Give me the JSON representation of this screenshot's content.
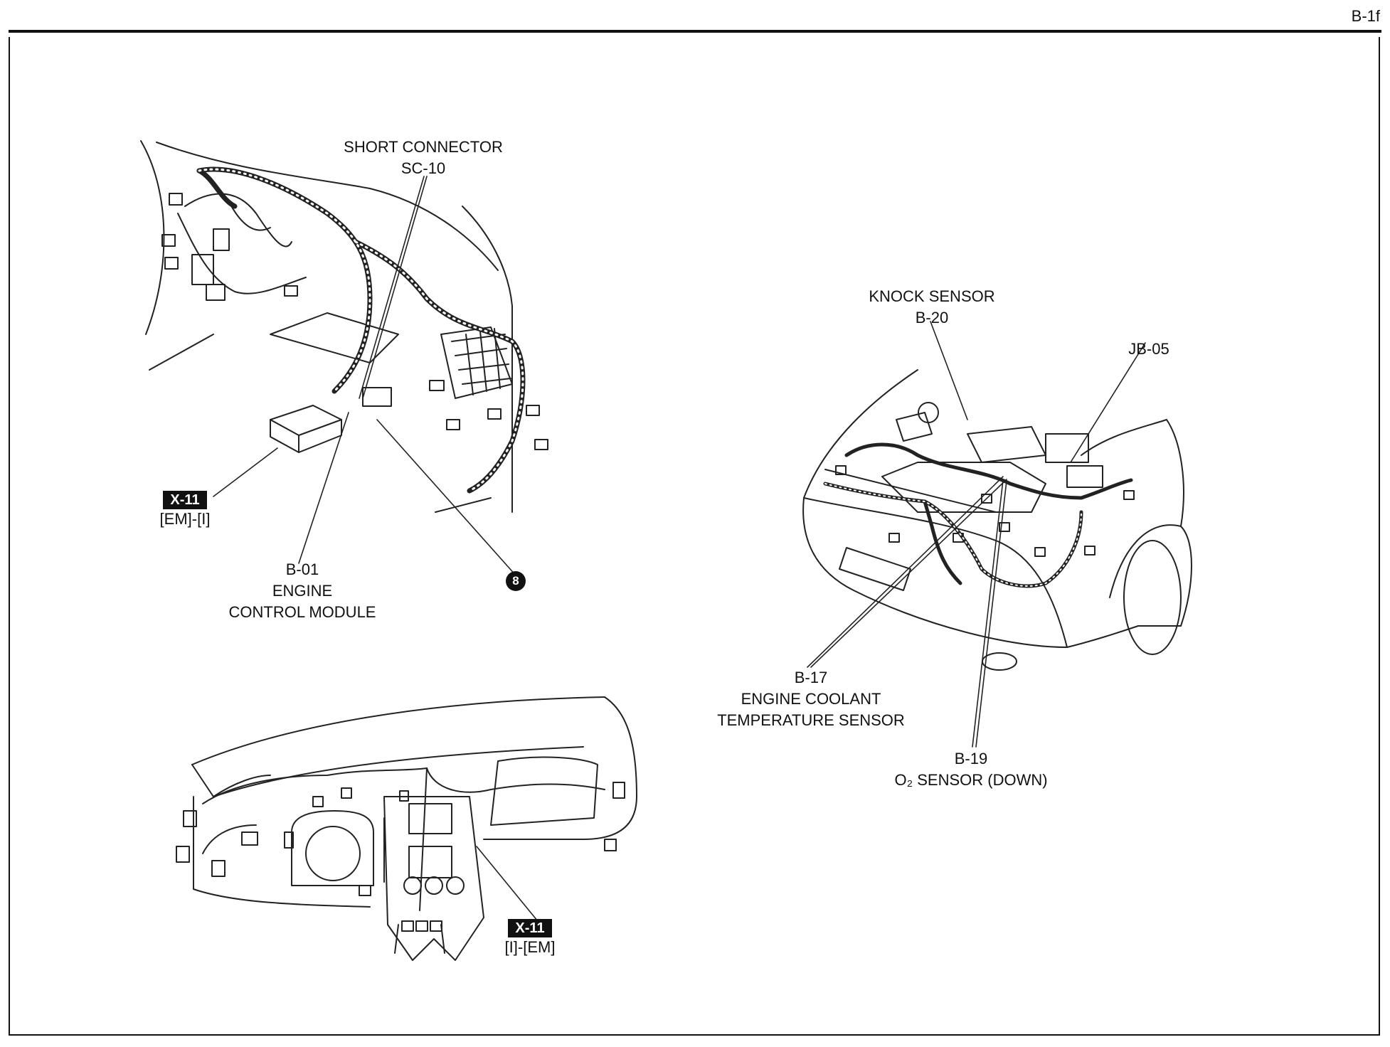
{
  "page_id": "B-1f",
  "labels": {
    "short_connector": [
      "SHORT CONNECTOR",
      "SC-10"
    ],
    "ecm": [
      "B-01",
      "ENGINE",
      "CONTROL MODULE"
    ],
    "x11_top": {
      "code": "X-11",
      "sub": "[EM]-[I]"
    },
    "bullet": "8",
    "knock_sensor": [
      "KNOCK SENSOR",
      "B-20"
    ],
    "jb05": "JB-05",
    "coolant": [
      "B-17",
      "ENGINE COOLANT",
      "TEMPERATURE SENSOR"
    ],
    "o2_sensor": [
      "B-19",
      "O₂ SENSOR (DOWN)"
    ],
    "x11_bottom": {
      "code": "X-11",
      "sub": "[I]-[EM]"
    }
  }
}
